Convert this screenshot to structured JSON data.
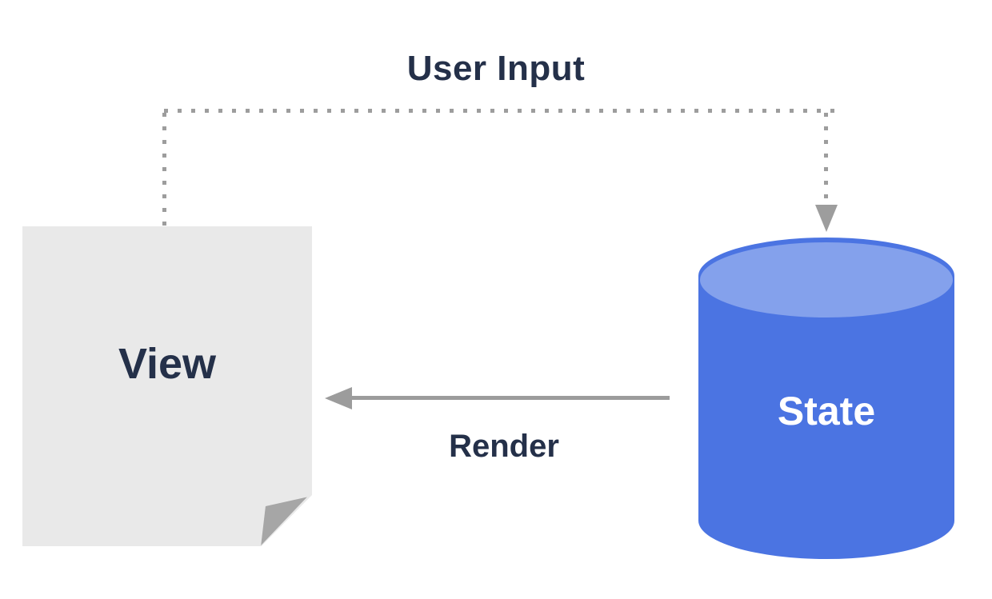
{
  "diagram": {
    "title": "State management flow diagram",
    "nodes": {
      "view": {
        "label": "View",
        "shape": "document-page"
      },
      "state": {
        "label": "State",
        "shape": "database-cylinder"
      }
    },
    "edges": {
      "user_input": {
        "label": "User Input",
        "from": "view",
        "to": "state",
        "style": "dotted"
      },
      "render": {
        "label": "Render",
        "from": "state",
        "to": "view",
        "style": "solid"
      }
    }
  },
  "colors": {
    "ink": "#243049",
    "dot-gray": "#9d9d9d",
    "arrow-gray": "#9c9c9c",
    "page-gray": "#e9e9e9",
    "fold-gray": "#a6a6a6",
    "blue-body": "#4b74e2",
    "blue-top": "#84a1ec",
    "label-light": "#ffffff",
    "bg": "#ffffff"
  }
}
